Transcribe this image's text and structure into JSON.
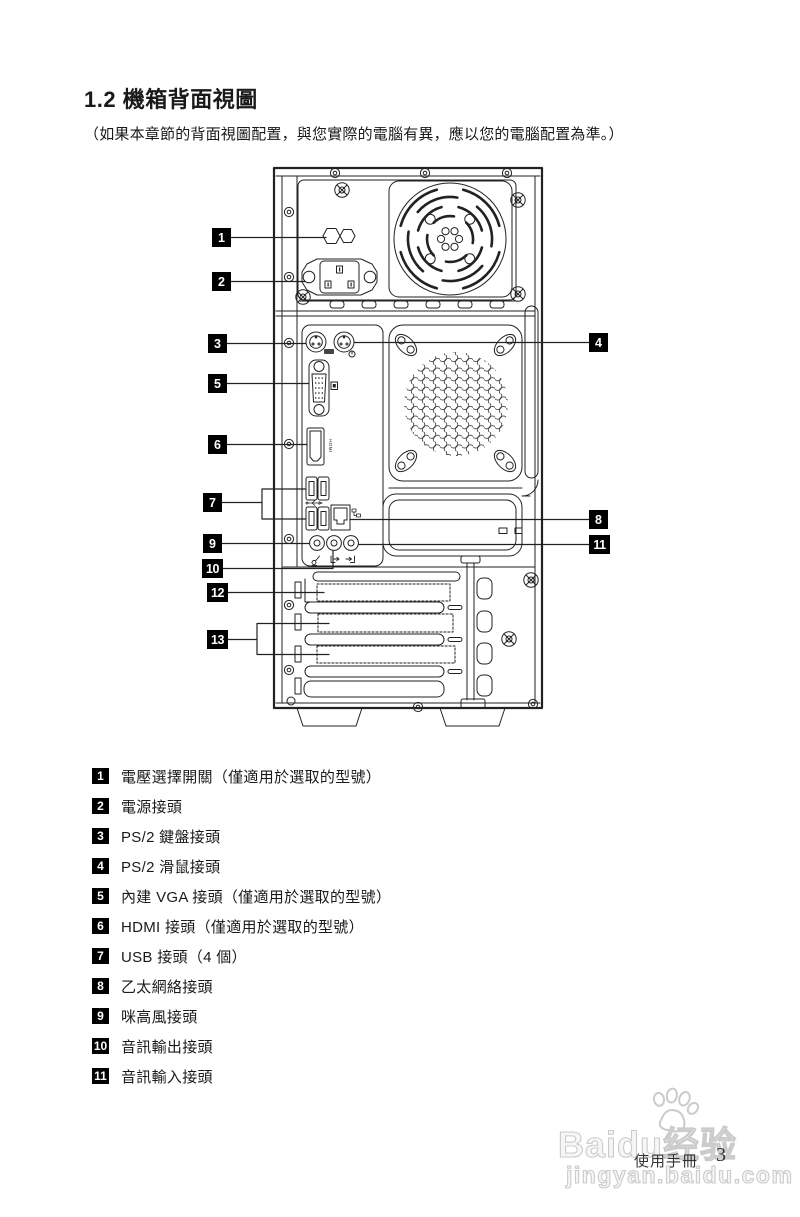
{
  "page": {
    "title": "1.2 機箱背面視圖",
    "intro": "（如果本章節的背面視圖配置，與您實際的電腦有異，應以您的電腦配置為準。）"
  },
  "diagram": {
    "callouts": [
      "1",
      "2",
      "3",
      "4",
      "5",
      "6",
      "7",
      "8",
      "9",
      "10",
      "11",
      "12",
      "13"
    ],
    "hdmi_label": "HDMI"
  },
  "legend": {
    "items": [
      {
        "num": "1",
        "label": "電壓選擇開關（僅適用於選取的型號）"
      },
      {
        "num": "2",
        "label": "電源接頭"
      },
      {
        "num": "3",
        "label": "PS/2 鍵盤接頭"
      },
      {
        "num": "4",
        "label": "PS/2 滑鼠接頭"
      },
      {
        "num": "5",
        "label": "內建 VGA 接頭（僅適用於選取的型號）"
      },
      {
        "num": "6",
        "label": "HDMI 接頭（僅適用於選取的型號）"
      },
      {
        "num": "7",
        "label": "USB 接頭（4 個）"
      },
      {
        "num": "8",
        "label": "乙太網絡接頭"
      },
      {
        "num": "9",
        "label": "咪高風接頭"
      },
      {
        "num": "10",
        "label": "音訊輸出接頭"
      },
      {
        "num": "11",
        "label": "音訊輸入接頭"
      }
    ]
  },
  "footer": {
    "manual_label": "使用手冊",
    "page_number": "3"
  },
  "watermark": {
    "brand": "Baidu",
    "suffix": "经验",
    "url": "jingyan.baidu.com"
  }
}
